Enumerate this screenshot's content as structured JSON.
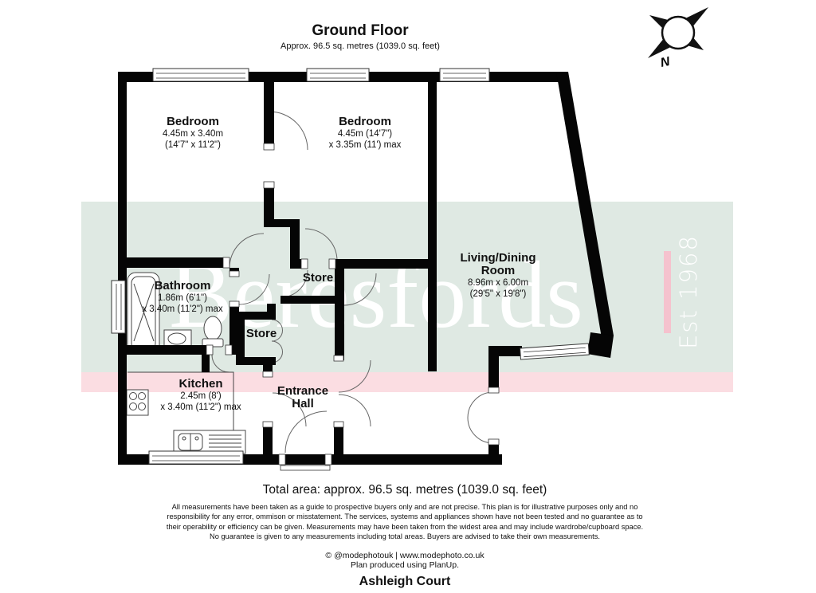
{
  "header": {
    "title": "Ground Floor",
    "subtitle": "Approx. 96.5 sq. metres (1039.0 sq. feet)"
  },
  "compass": {
    "label": "N"
  },
  "watermark": {
    "brand": "Beresfords",
    "est": "Est 1968",
    "band_green": "#dfe9e3",
    "band_pink": "#fbdde2",
    "accent_pink": "#f5c2ce"
  },
  "rooms": [
    {
      "id": "bedroom-1",
      "label_lines": [
        "Bedroom",
        "4.45m x 3.40m",
        "(14'7\" x 11'2\")"
      ]
    },
    {
      "id": "bedroom-2",
      "label_lines": [
        "Bedroom",
        "4.45m (14'7\")",
        "x 3.35m (11') max"
      ]
    },
    {
      "id": "living-dining-room",
      "label_lines": [
        "Living/Dining",
        "Room",
        "8.96m x 6.00m",
        "(29'5\" x 19'8\")"
      ]
    },
    {
      "id": "bathroom",
      "label_lines": [
        "Bathroom",
        "1.86m (6'1\")",
        "x 3.40m (11'2\") max"
      ]
    },
    {
      "id": "store-upper",
      "label_lines": [
        "Store"
      ]
    },
    {
      "id": "store-lower",
      "label_lines": [
        "Store"
      ]
    },
    {
      "id": "kitchen",
      "label_lines": [
        "Kitchen",
        "2.45m (8')",
        "x 3.40m (11'2\") max"
      ]
    },
    {
      "id": "entrance-hall",
      "label_lines": [
        "Entrance",
        "Hall"
      ]
    }
  ],
  "footer": {
    "total_area": "Total area: approx. 96.5 sq. metres (1039.0 sq. feet)",
    "disclaimer_lines": [
      "All measurements have been taken as a guide to prospective buyers only and are not precise. This plan is for illustrative purposes only and no",
      "responsibility for any error, ommison or misstatement. The services, systems and appliances shown have not been tested and no guarantee as to",
      "their operability or efficiency can be given. Measurements may have been taken from the widest area and may include wardrobe/cupboard space.",
      "No guarantee is given to any measurements including total areas. Buyers are advised to take their own measurements."
    ],
    "credit": "© @modephotouk | www.modephoto.co.uk",
    "produced": "Plan produced using PlanUp.",
    "property_name": "Ashleigh Court"
  }
}
